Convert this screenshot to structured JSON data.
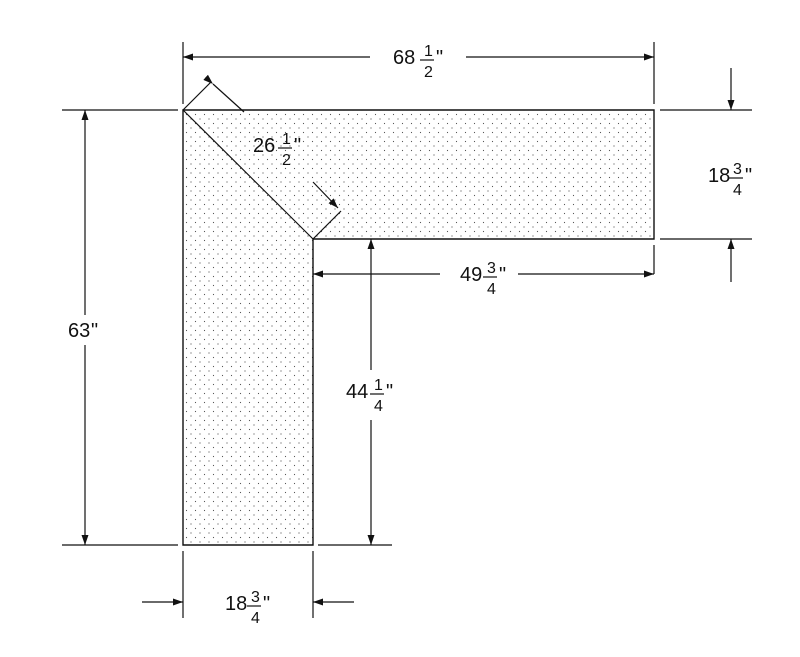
{
  "drawing": {
    "fill_pattern": "dot-stipple",
    "line_color": "#111111",
    "background_color": "#ffffff",
    "dimensions": {
      "overall_width": {
        "whole": "68",
        "num": "1",
        "den": "2",
        "unit": "\""
      },
      "diagonal": {
        "whole": "26",
        "num": "1",
        "den": "2",
        "unit": "\""
      },
      "right_depth": {
        "whole": "18",
        "num": "3",
        "den": "4",
        "unit": "\""
      },
      "inner_width": {
        "whole": "49",
        "num": "3",
        "den": "4",
        "unit": "\""
      },
      "overall_height": {
        "whole": "63",
        "unit": "\""
      },
      "inner_height": {
        "whole": "44",
        "num": "1",
        "den": "4",
        "unit": "\""
      },
      "bottom_depth": {
        "whole": "18",
        "num": "3",
        "den": "4",
        "unit": "\""
      }
    }
  }
}
